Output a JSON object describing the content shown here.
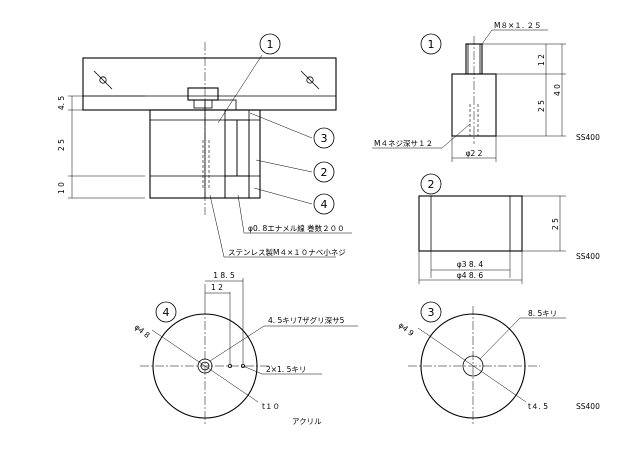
{
  "labels": {
    "circle_1": "1",
    "circle_2": "2",
    "circle_3": "3",
    "circle_4": "4"
  },
  "assembly": {
    "dim_45": "4. 5",
    "dim_25": "2 5",
    "dim_10": "1 0",
    "wire_note": "φ0. 8エナメル線  巻数２００",
    "screw_note": "ステンレス製M４×１０ナベ小ネジ"
  },
  "part1": {
    "thread": "M８×１. ２５",
    "dim_12": "1 2",
    "dim_25": "2 5",
    "dim_40": "4 0",
    "tap_note": "M４ネジ深サ１２",
    "dia_22": "φ2 2",
    "material": "SS400"
  },
  "part2": {
    "dim_25": "2 5",
    "dia_inner": "φ3 8. 4",
    "dia_outer": "φ4 8. 6",
    "material": "SS400"
  },
  "part4": {
    "dim_185": "1 8. 5",
    "dim_12": "1 2",
    "dia": "φ4 8",
    "counterbore": "4. 5キリ7ザグリ深サ5",
    "holes": "2×1. 5キリ",
    "thickness": "t１０",
    "material": "アクリル"
  },
  "part3": {
    "dia": "φ4 9",
    "hole": "8. 5キリ",
    "thickness": "t４. 5",
    "material": "SS400"
  }
}
